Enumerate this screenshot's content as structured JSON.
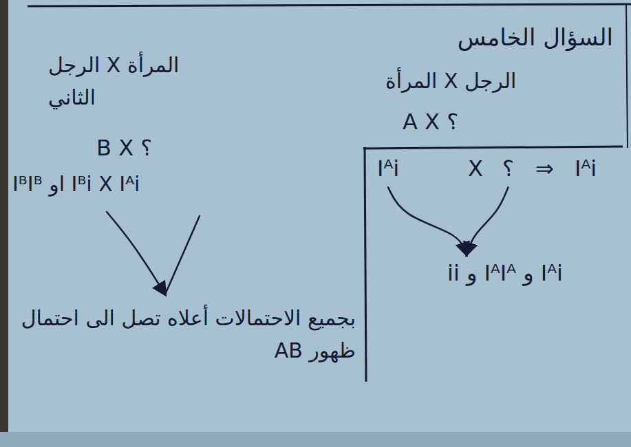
{
  "diagram": {
    "title": "السؤال الخامس",
    "labels": [
      "المرأة X الرجل",
      "A X ؟",
      "Iᴬi",
      "X",
      "؟",
      "⇒",
      "Iᴬi",
      "ii و IᴬIᴬ و Iᴬi",
      "المرأة X الرجل الثاني",
      "B X ؟",
      "IᴮIᴮ او Iᴮi X Iᴬi",
      "بجميع الاحتمالات أعلاه تصل الى احتمال ظهور AB"
    ]
  }
}
